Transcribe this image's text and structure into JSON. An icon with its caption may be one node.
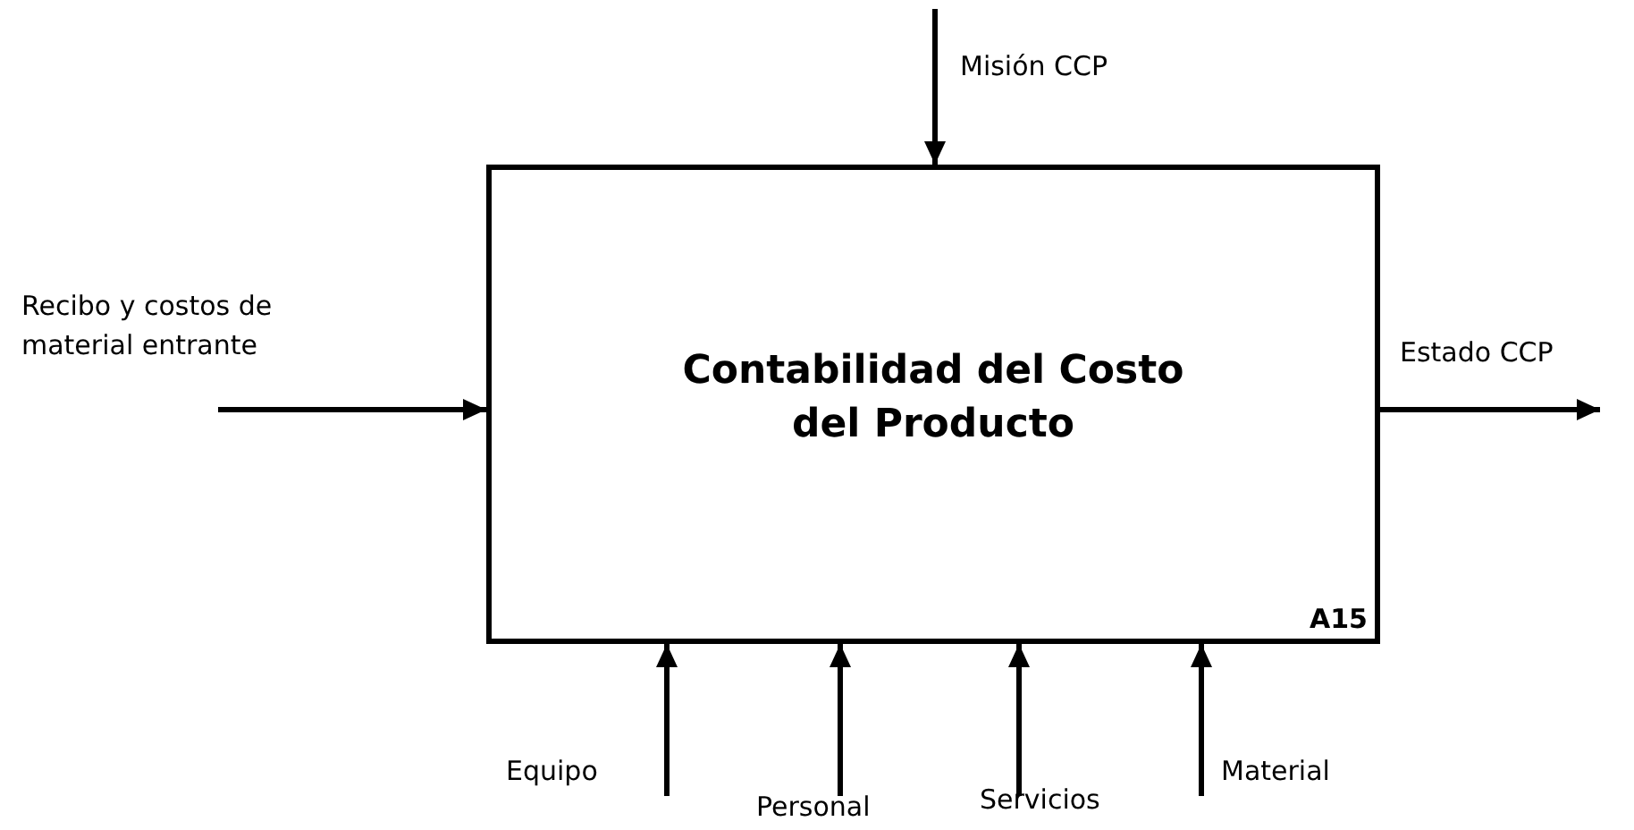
{
  "diagram": {
    "nodes": [
      {
        "text": [
          "Contabilidad del Costo del Producto",
          "A15"
        ]
      },
      {
        "text": [
          "Misión CCP"
        ]
      },
      {
        "text": [
          "Recibo y costos de material entrante"
        ]
      },
      {
        "text": [
          "Estado CCP"
        ]
      },
      {
        "text": [
          "Equipo"
        ]
      },
      {
        "text": [
          "Personal"
        ]
      },
      {
        "text": [
          "Servicios"
        ]
      },
      {
        "text": [
          "Material"
        ]
      }
    ],
    "edges": [
      {
        "from": 1,
        "to": 0,
        "arrow": "to"
      },
      {
        "from": 2,
        "to": 0,
        "arrow": "to"
      },
      {
        "from": 0,
        "to": 3,
        "arrow": "to"
      },
      {
        "from": 4,
        "to": 0,
        "arrow": "to"
      },
      {
        "from": 5,
        "to": 0,
        "arrow": "to"
      },
      {
        "from": 6,
        "to": 0,
        "arrow": "to"
      },
      {
        "from": 7,
        "to": 0,
        "arrow": "to"
      }
    ]
  }
}
